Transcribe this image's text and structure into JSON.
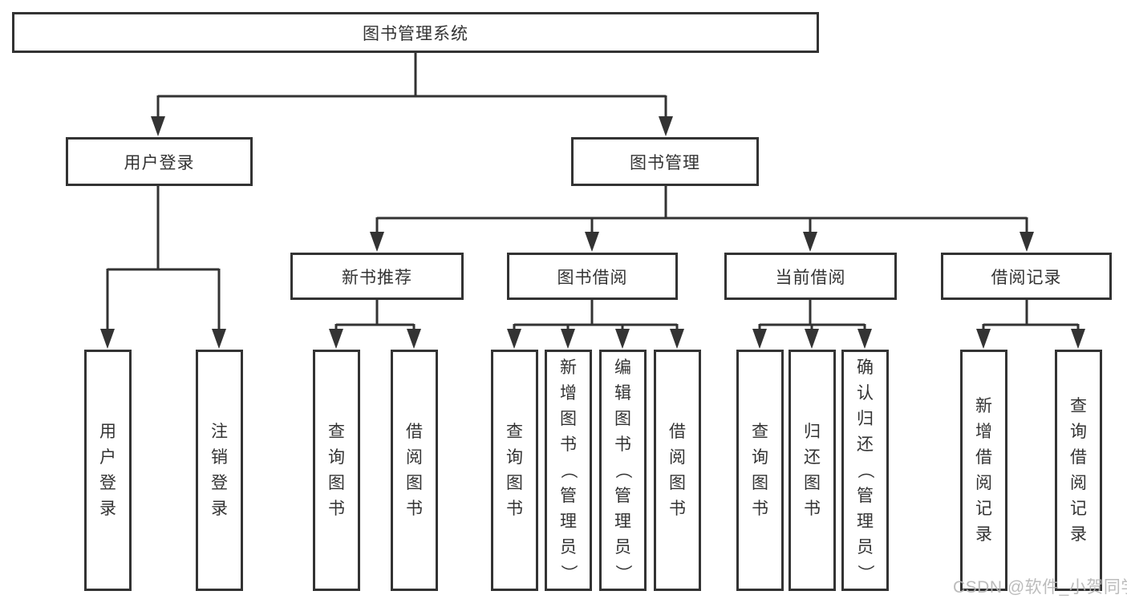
{
  "diagram_title": "图书管理系统",
  "tree": {
    "root": "图书管理系统",
    "branches": [
      {
        "label": "用户登录",
        "children": [
          {
            "label": "用户登录"
          },
          {
            "label": "注销登录"
          }
        ]
      },
      {
        "label": "图书管理",
        "children": [
          {
            "label": "新书推荐",
            "children": [
              {
                "label": "查询图书"
              },
              {
                "label": "借阅图书"
              }
            ]
          },
          {
            "label": "图书借阅",
            "children": [
              {
                "label": "查询图书"
              },
              {
                "label": "新增图书（管理员）"
              },
              {
                "label": "编辑图书（管理员）"
              },
              {
                "label": "借阅图书"
              }
            ]
          },
          {
            "label": "当前借阅",
            "children": [
              {
                "label": "查询图书"
              },
              {
                "label": "归还图书"
              },
              {
                "label": "确认归还（管理员）"
              }
            ]
          },
          {
            "label": "借阅记录",
            "children": [
              {
                "label": "新增借阅记录"
              },
              {
                "label": "查询借阅记录"
              }
            ]
          }
        ]
      }
    ]
  },
  "watermark": "CSDN @软件_小贺同学",
  "colors": {
    "line": "#333333",
    "box_border": "#333333",
    "text": "#333333",
    "watermark": "#b5b5b5",
    "background": "#ffffff"
  }
}
